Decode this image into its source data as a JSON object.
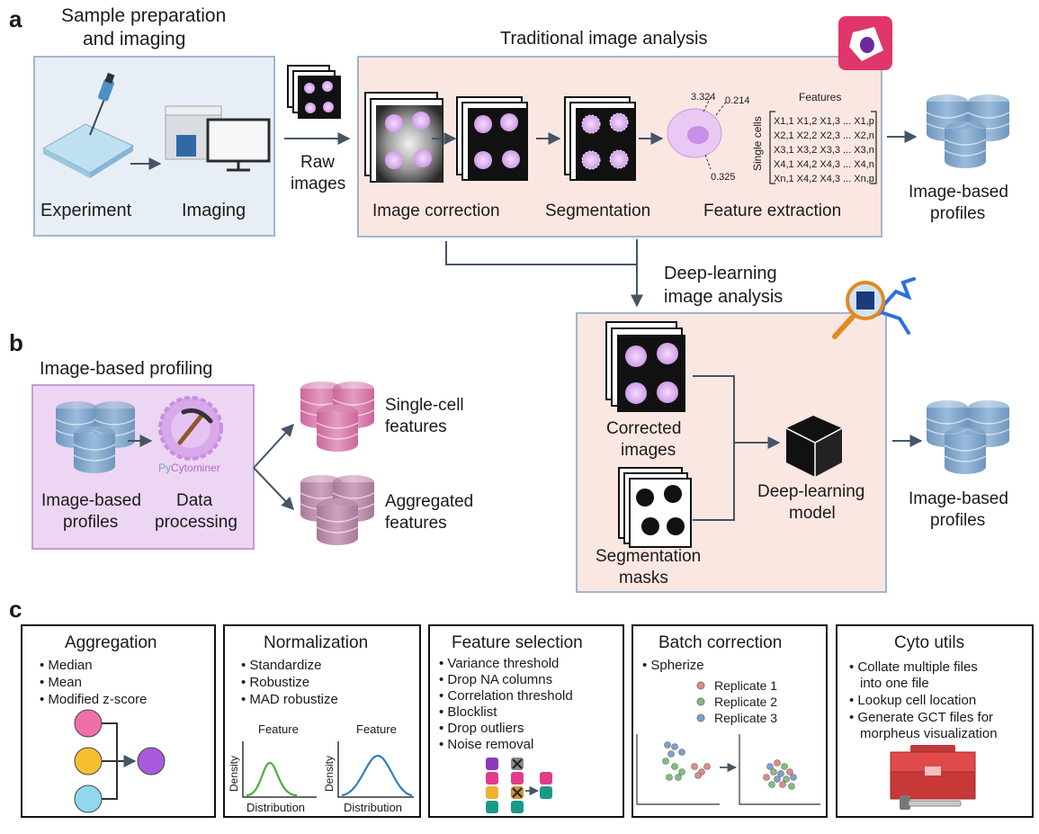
{
  "panel_a": {
    "letter": "a",
    "sample_title": [
      "Sample preparation",
      "and imaging"
    ],
    "experiment": "Experiment",
    "imaging": "Imaging",
    "raw_images": [
      "Raw",
      "images"
    ],
    "traditional_title": "Traditional image analysis",
    "image_correction": "Image correction",
    "segmentation": "Segmentation",
    "feature_extraction": "Feature extraction",
    "features_header": "Features",
    "single_cells": "Single cells",
    "cell_values": [
      "3.324",
      "0.214",
      "0.325"
    ],
    "matrix_rows": [
      "X1,1  X1,2  X1,3  ...  X1,p",
      "X2,1  X2,2  X2,3  ...  X2,n",
      "X3,1  X3,2  X3,3  ...  X3,n",
      "X4,1  X4,2  X4,3  ...  X4,n",
      "Xn,1  X4,2  X4,3  ...  Xn,p"
    ],
    "profiles_top": [
      "Image-based",
      "profiles"
    ],
    "deep_title": [
      "Deep-learning",
      "image analysis"
    ],
    "corrected_images": [
      "Corrected",
      "images"
    ],
    "segmentation_masks": [
      "Segmentation",
      "masks"
    ],
    "dl_model": [
      "Deep-learning",
      "model"
    ],
    "profiles_dl": [
      "Image-based",
      "profiles"
    ]
  },
  "panel_b": {
    "letter": "b",
    "title": "Image-based profiling",
    "profiles": [
      "Image-based",
      "profiles"
    ],
    "pycyto_prefix": "Py",
    "pycyto_suffix": "Cytominer",
    "data_processing": [
      "Data",
      "processing"
    ],
    "single_cell": [
      "Single-cell",
      "features"
    ],
    "aggregated": [
      "Aggregated",
      "features"
    ]
  },
  "panel_c": {
    "letter": "c",
    "boxes": [
      {
        "title": "Aggregation",
        "items": [
          "• Median",
          "• Mean",
          "• Modified z-score"
        ]
      },
      {
        "title": "Normalization",
        "items": [
          "• Standardize",
          "• Robustize",
          "• MAD robustize"
        ],
        "plot_feature": "Feature",
        "plot_density": "Density",
        "plot_distribution": "Distribution"
      },
      {
        "title": "Feature selection",
        "items": [
          "• Variance threshold",
          "• Drop NA columns",
          "• Correlation threshold",
          "• Blocklist",
          "• Drop outliers",
          "• Noise removal"
        ]
      },
      {
        "title": "Batch correction",
        "items": [
          "• Spherize"
        ],
        "legend": [
          "Replicate 1",
          "Replicate 2",
          "Replicate 3"
        ]
      },
      {
        "title": "Cyto utils",
        "items": [
          "• Collate multiple files",
          "into one file",
          "• Lookup cell location",
          "• Generate GCT files for",
          "morpheus visualization"
        ]
      }
    ]
  },
  "colors": {
    "sample_box": "#e8eef6",
    "analysis_box": "#fbe7e2",
    "profiling_box": "#ecd6f3",
    "db_blue": "#7fa5c8",
    "db_pink": "#d27aa6",
    "db_mauve": "#b98ca8",
    "cell_purple": "#c993e6"
  }
}
